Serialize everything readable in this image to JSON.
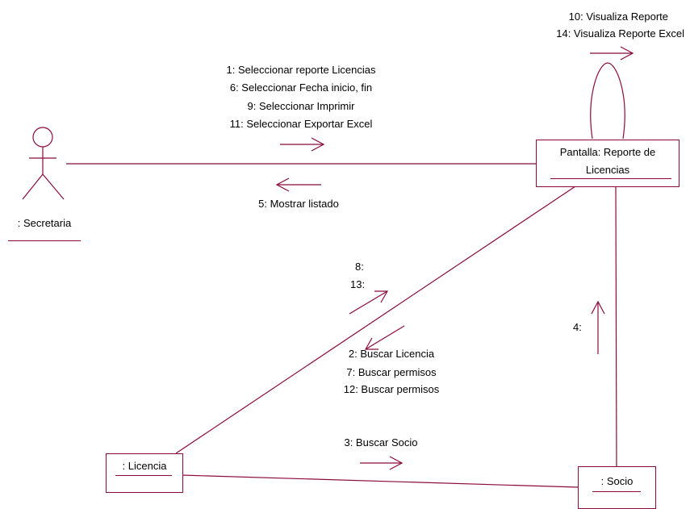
{
  "diagram": {
    "actor": {
      "label": ": Secretaria"
    },
    "objects": {
      "pantalla": {
        "line1": "Pantalla: Reporte de",
        "line2": "Licencias"
      },
      "licencia": {
        "label": ": Licencia"
      },
      "socio": {
        "label": ": Socio"
      }
    },
    "messages": {
      "self_loop": [
        "10: Visualiza Reporte",
        "14: Visualiza Reporte Excel"
      ],
      "actor_to_pantalla": [
        "1: Seleccionar reporte Licencias",
        "6: Seleccionar Fecha inicio, fin",
        "9: Seleccionar Imprimir",
        "11: Seleccionar Exportar Excel"
      ],
      "pantalla_to_actor": [
        "5: Mostrar listado"
      ],
      "licencia_to_pantalla": [
        "8:",
        "13:"
      ],
      "pantalla_to_licencia": [
        "2: Buscar Licencia",
        "7: Buscar permisos",
        "12: Buscar permisos"
      ],
      "socio_to_pantalla": [
        "4:"
      ],
      "licencia_to_socio": [
        "3: Buscar Socio"
      ]
    },
    "colors": {
      "stroke": "#8b0a3c"
    }
  }
}
